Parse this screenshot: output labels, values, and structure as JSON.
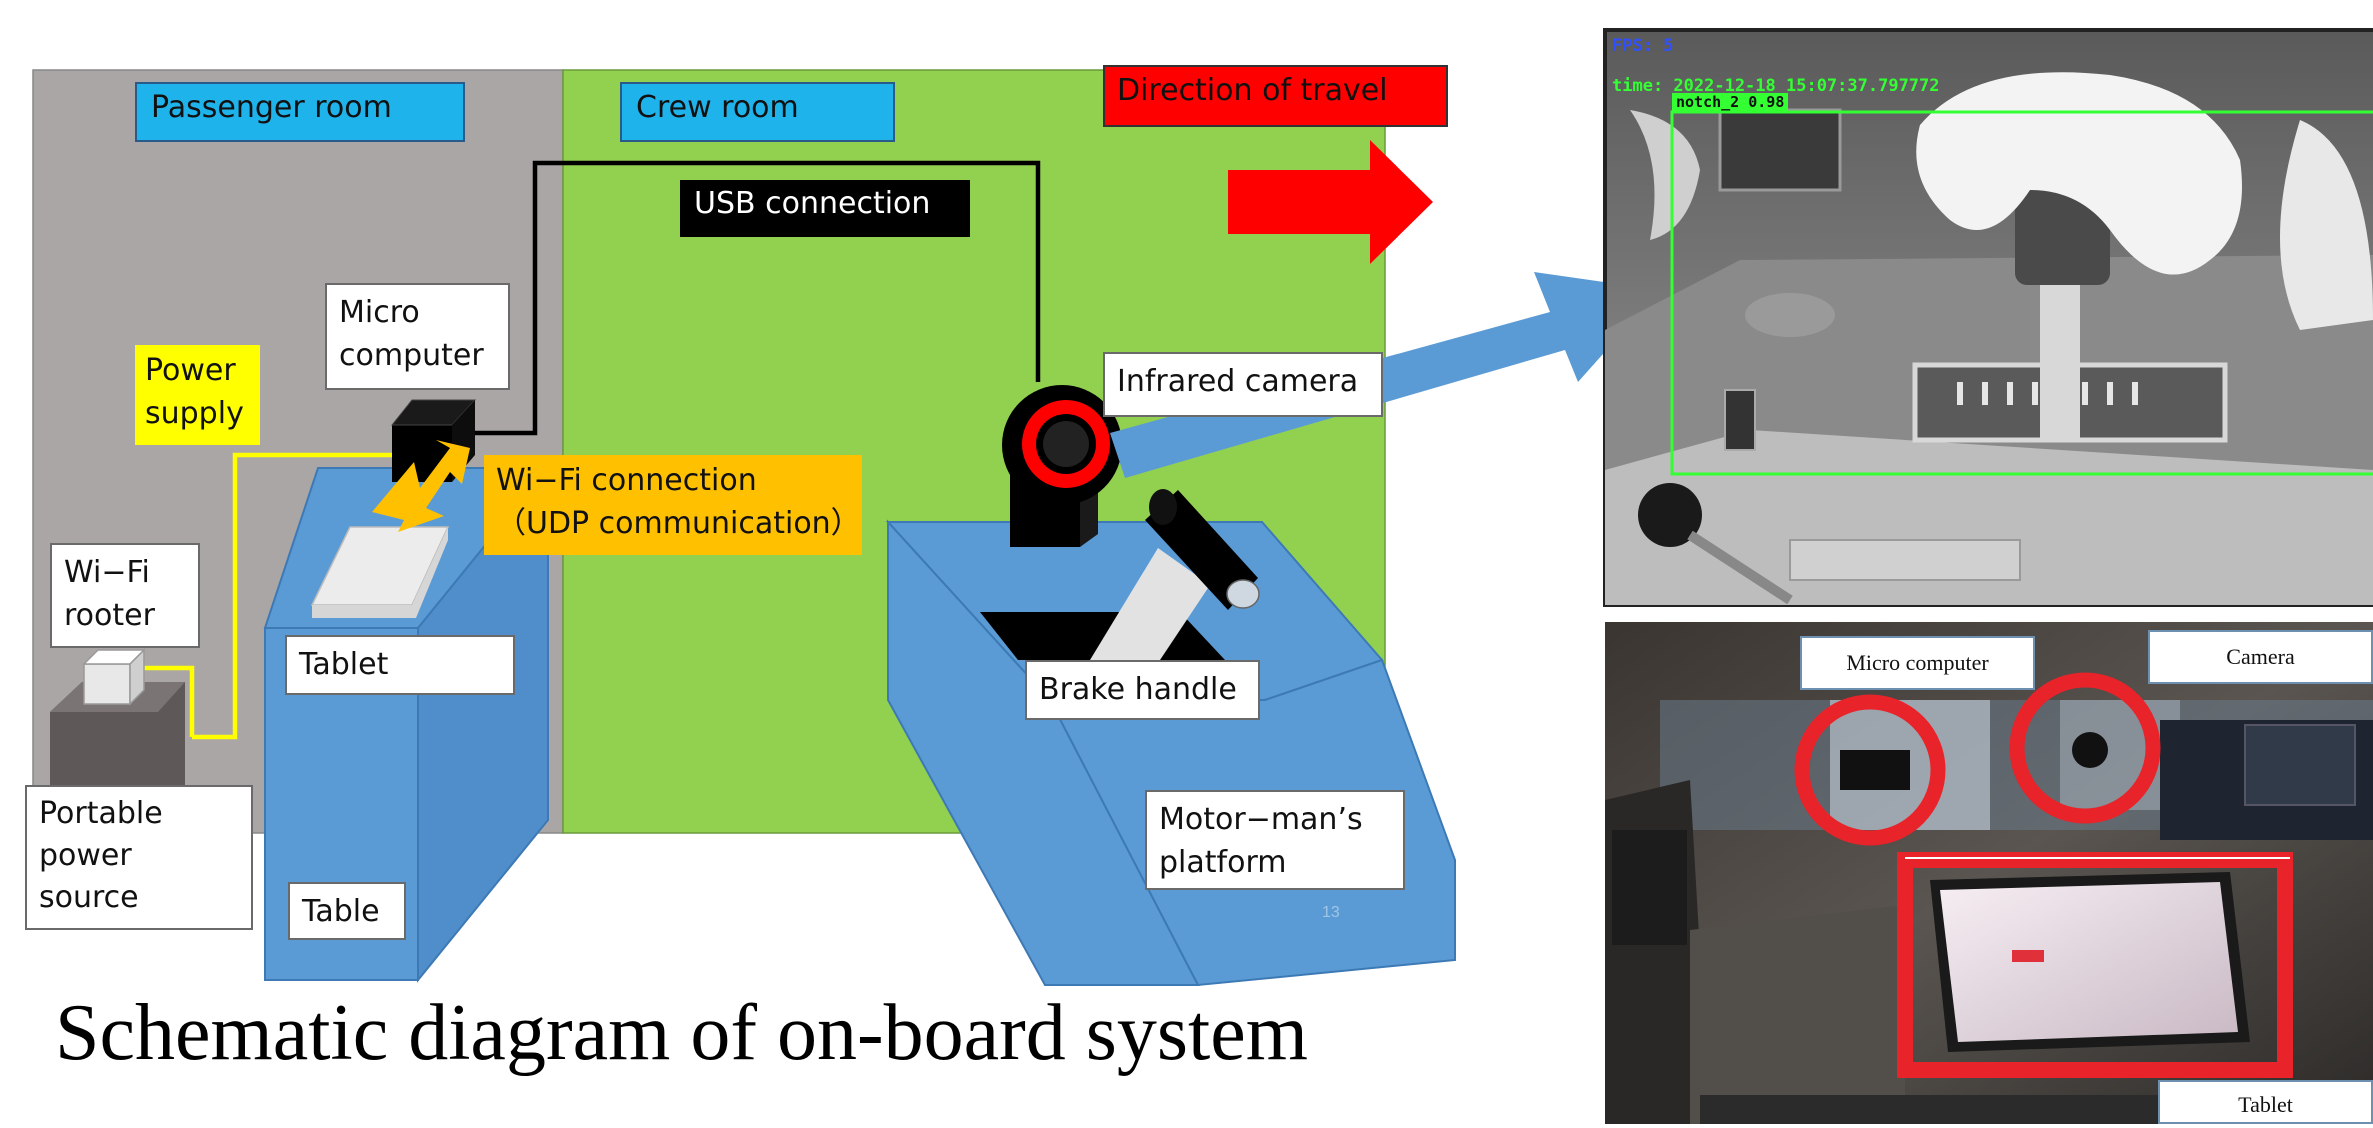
{
  "diagram": {
    "regions": {
      "passenger_room": "Passenger room",
      "crew_room": "Crew room",
      "direction_of_travel": "Direction of travel"
    },
    "labels": {
      "usb_connection": "USB connection",
      "micro_computer_line1": "Micro",
      "micro_computer_line2": "computer",
      "power_supply_line1": "Power",
      "power_supply_line2": "supply",
      "wifi_connection_line1": "Wi−Fi connection",
      "wifi_connection_line2": "（UDP communication）",
      "wifi_rooter_line1": "Wi−Fi",
      "wifi_rooter_line2": "rooter",
      "tablet": "Tablet",
      "portable_power_line1": "Portable",
      "portable_power_line2": "power",
      "portable_power_line3": "source",
      "table": "Table",
      "infrared_camera": "Infrared camera",
      "brake_handle": "Brake handle",
      "platform_line1": "Motor−man’s",
      "platform_line2": "platform"
    },
    "page_number": "13",
    "caption": "Schematic diagram of on-board system"
  },
  "photos": {
    "camera_feed": {
      "fps": "FPS: 5",
      "time": "time: 2022-12-18 15:07:37.797772",
      "detection": "notch_2 0.98"
    },
    "installation": {
      "micro_computer": "Micro computer",
      "camera": "Camera",
      "tablet": "Tablet"
    }
  },
  "colors": {
    "passenger_room": "#aba6a6",
    "crew_room": "#92d050",
    "equipment_blue": "#5b9bd5",
    "region_label": "#1fb3ec",
    "power_yellow": "#ffff00",
    "wifi_orange": "#ffc000",
    "direction_red": "#ff0000",
    "detection_green": "#33ff33"
  }
}
